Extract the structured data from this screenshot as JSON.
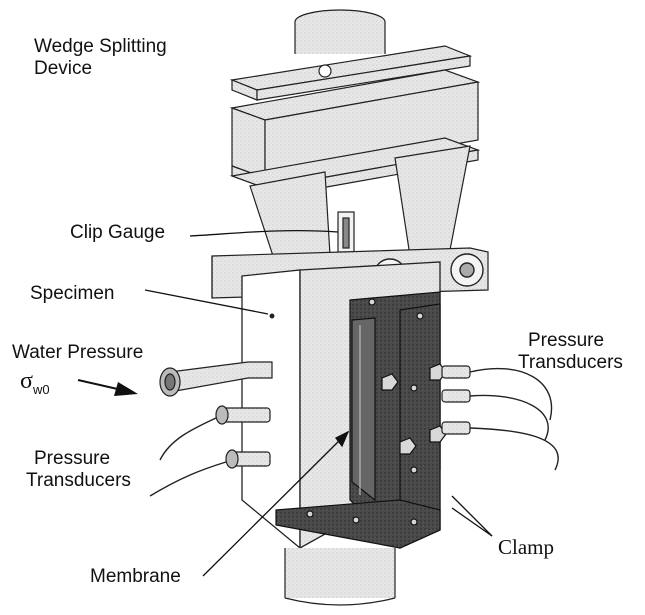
{
  "labels": {
    "wedge_line1": "Wedge Splitting",
    "wedge_line2": "Device",
    "clip_gauge": "Clip Gauge",
    "specimen": "Specimen",
    "water_pressure": "Water Pressure",
    "sigma_symbol": "σ",
    "sigma_sub": "w0",
    "pt_left_line1": "Pressure",
    "pt_left_line2": "Transducers",
    "pt_right_line1": "Pressure",
    "pt_right_line2": "Transducers",
    "clamp": "Clamp",
    "membrane": "Membrane"
  },
  "colors": {
    "metal_light": "#e6e6e6",
    "metal_mid": "#cfcfcf",
    "metal_dark": "#555555",
    "clamp_dark": "#3a3a3a",
    "line": "#111111"
  }
}
